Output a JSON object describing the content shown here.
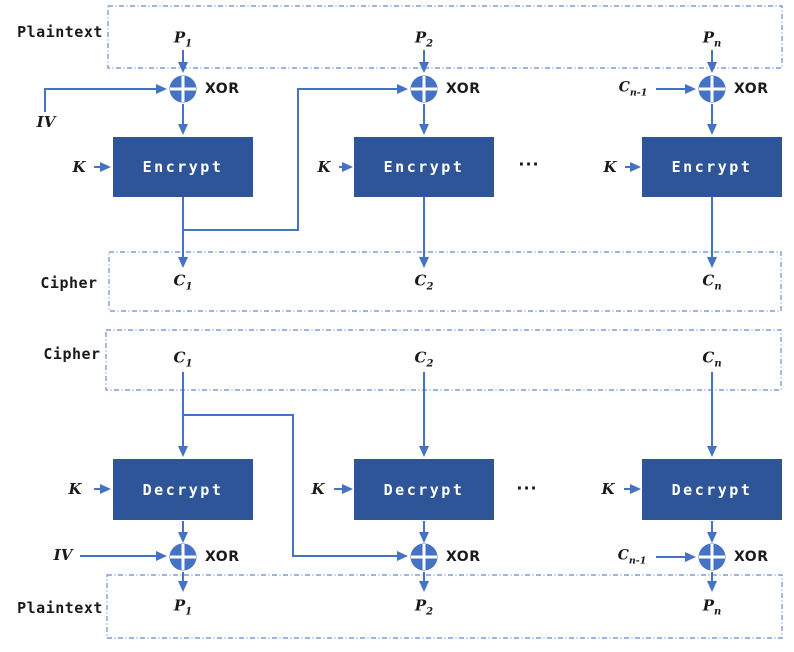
{
  "colors": {
    "line": "#4472C4",
    "region_border": "#7E9CD8",
    "block_fill": "#2E5597",
    "block_text": "#FFFFFF",
    "text": "#1A1A1A"
  },
  "labels": {
    "plaintext": "Plaintext",
    "cipher": "Cipher",
    "xor": "XOR",
    "key": "K",
    "iv": "IV",
    "ellipsis": "···"
  },
  "encryption": {
    "block_label": "Encrypt",
    "carry_in": {
      "base": "C",
      "sub": "n-1"
    },
    "columns": [
      {
        "input_base": "P",
        "input_sub": "1",
        "output_base": "C",
        "output_sub": "1"
      },
      {
        "input_base": "P",
        "input_sub": "2",
        "output_base": "C",
        "output_sub": "2"
      },
      {
        "input_base": "P",
        "input_sub": "n",
        "output_base": "C",
        "output_sub": "n"
      }
    ]
  },
  "decryption": {
    "block_label": "Decrypt",
    "carry_in": {
      "base": "C",
      "sub": "n-1"
    },
    "columns": [
      {
        "input_base": "C",
        "input_sub": "1",
        "output_base": "P",
        "output_sub": "1"
      },
      {
        "input_base": "C",
        "input_sub": "2",
        "output_base": "P",
        "output_sub": "2"
      },
      {
        "input_base": "C",
        "input_sub": "n",
        "output_base": "P",
        "output_sub": "n"
      }
    ]
  }
}
